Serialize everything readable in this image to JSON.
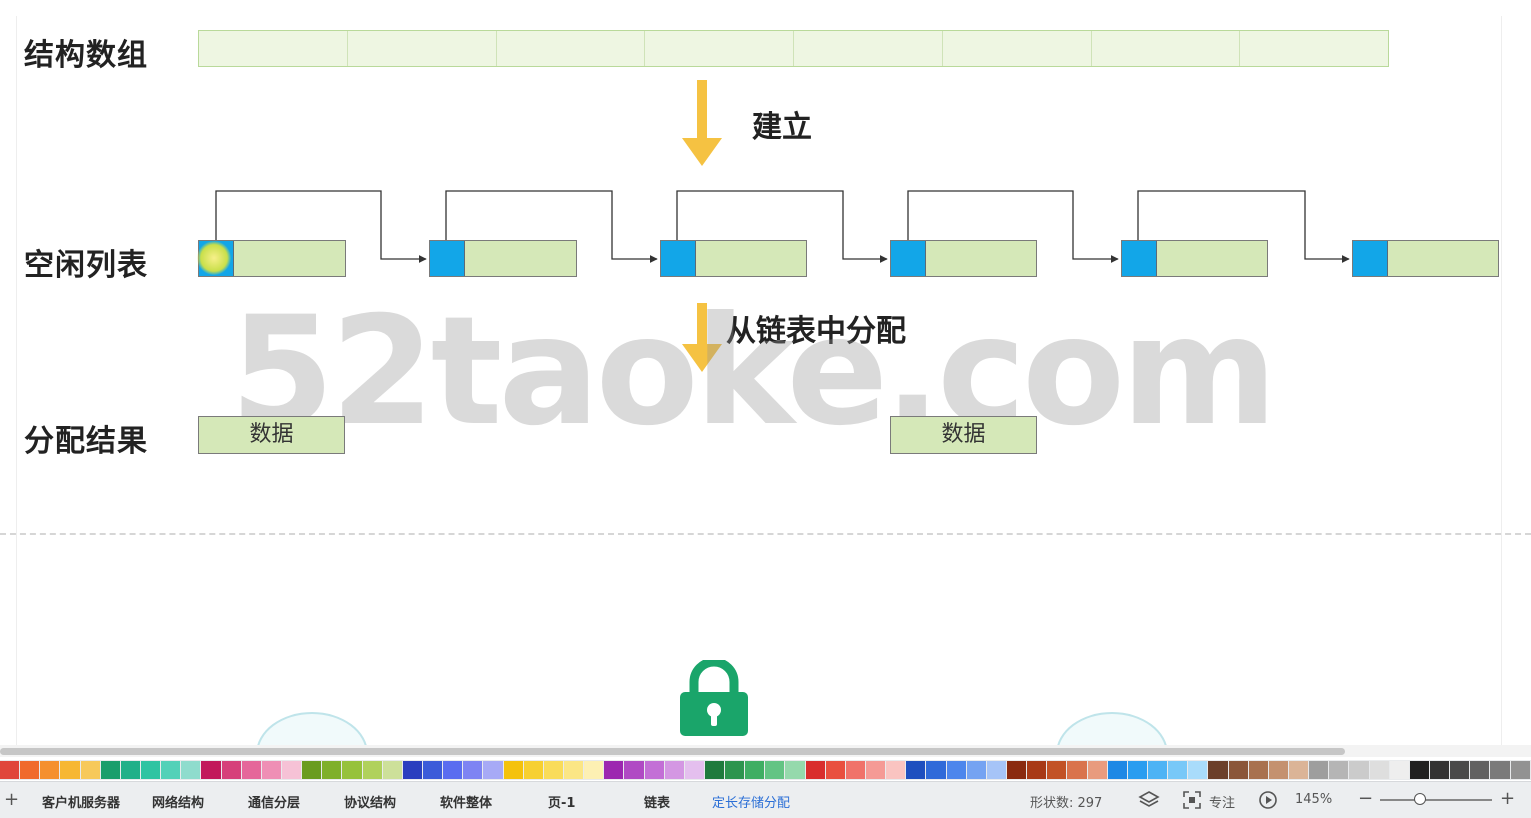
{
  "labels": {
    "struct_array": "结构数组",
    "free_list": "空闲列表",
    "alloc_result": "分配结果"
  },
  "arrows": {
    "build": "建立",
    "allocate": "从链表中分配"
  },
  "alloc_blocks": [
    "数据",
    "数据"
  ],
  "watermark": "52taoke.com",
  "colors": {
    "arrow": "#f5c242",
    "node_pointer": "#12a6e8",
    "node_payload": "#d5e8b8",
    "struct_fill": "#eef6e2",
    "lock": "#1aa56a",
    "active_tab": "#2b6fd6"
  },
  "icons": {
    "lock": "lock-icon",
    "layers": "layers-icon",
    "focus": "focus-icon",
    "play": "play-icon"
  },
  "status_bar": {
    "add": "+",
    "tabs": [
      "客户机服务器",
      "网络结构",
      "通信分层",
      "协议结构",
      "软件整体",
      "页-1",
      "链表",
      "定长存储分配"
    ],
    "active_tab": "定长存储分配",
    "shape_count_label": "形状数: 297",
    "focus_label": "专注",
    "zoom": "145%",
    "zoom_out": "−",
    "zoom_in": "+"
  },
  "palette": [
    "#e0463b",
    "#f06a2b",
    "#f5902e",
    "#f7b733",
    "#f7c95a",
    "#1a9e6c",
    "#21b089",
    "#2ec4a2",
    "#53d1b8",
    "#8fdccd",
    "#c2185b",
    "#d6407a",
    "#e5679a",
    "#ef8fb5",
    "#f6c2d6",
    "#6a9c1f",
    "#7fb02a",
    "#96c23b",
    "#b0d15c",
    "#cde09a",
    "#2a3fbf",
    "#3b5bd9",
    "#5a6df0",
    "#7e84f3",
    "#a7aaf6",
    "#f4c20d",
    "#f7d031",
    "#f9dc5a",
    "#fbe685",
    "#fdf0b3",
    "#9c27b0",
    "#b04ac4",
    "#c36fd6",
    "#d497e3",
    "#e4bfee",
    "#1f7a3d",
    "#2d944e",
    "#3fae63",
    "#63c484",
    "#95d9ac",
    "#d92d2d",
    "#e94f3f",
    "#f0726a",
    "#f59a95",
    "#fac4c1",
    "#1e4fbf",
    "#2f6ad9",
    "#4d86ec",
    "#75a3f2",
    "#a6c4f7",
    "#8a2a0f",
    "#a83a17",
    "#c25226",
    "#d9734d",
    "#e89b7e",
    "#1e88e5",
    "#2a9df0",
    "#4db3f5",
    "#78c8f8",
    "#a9dcfb",
    "#6b3f2a",
    "#8a563a",
    "#a8714f",
    "#c4916f",
    "#dbb497",
    "#9e9e9e",
    "#b5b5b5",
    "#cbcbcb",
    "#dedede",
    "#eeeeee",
    "#212121",
    "#333333",
    "#4a4a4a",
    "#616161",
    "#7a7a7a",
    "#929292"
  ]
}
